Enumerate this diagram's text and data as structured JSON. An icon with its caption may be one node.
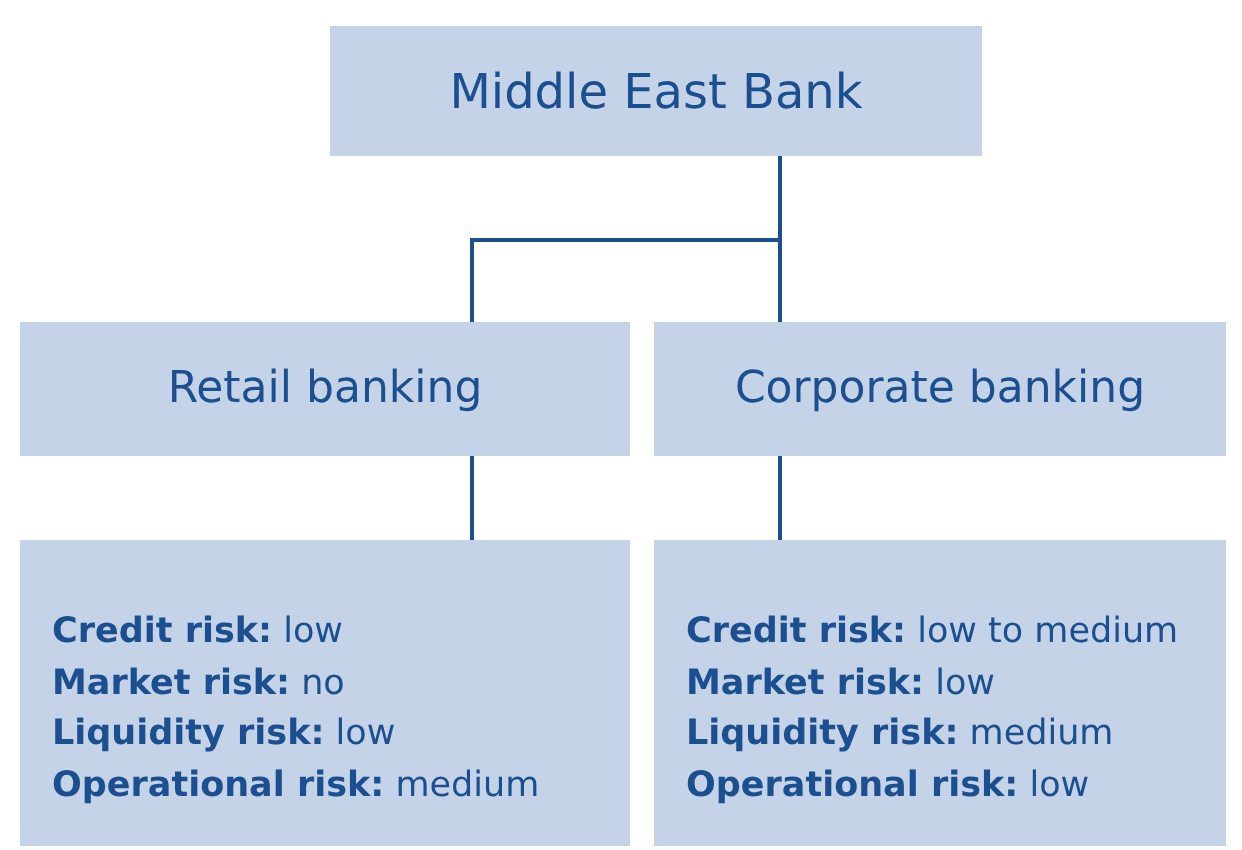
{
  "diagram": {
    "nodes": [
      {
        "text": [
          "Middle East Bank"
        ]
      },
      {
        "text": [
          "Retail banking"
        ]
      },
      {
        "text": [
          "Corporate banking"
        ]
      },
      {
        "text": [
          "**Credit risk:** low",
          "**Market risk:** no",
          "**Liquidity risk:** low",
          "**Operational risk:** medium"
        ]
      },
      {
        "text": [
          "**Credit risk:** low to medium",
          "**Market risk:** low",
          "**Liquidity risk:** medium",
          "**Operational risk:** low"
        ]
      }
    ],
    "edges": [
      {
        "from": 0,
        "to": 1,
        "arrow": "none"
      },
      {
        "from": 0,
        "to": 2,
        "arrow": "none"
      },
      {
        "from": 1,
        "to": 3,
        "arrow": "none"
      },
      {
        "from": 2,
        "to": 4,
        "arrow": "none"
      }
    ]
  }
}
